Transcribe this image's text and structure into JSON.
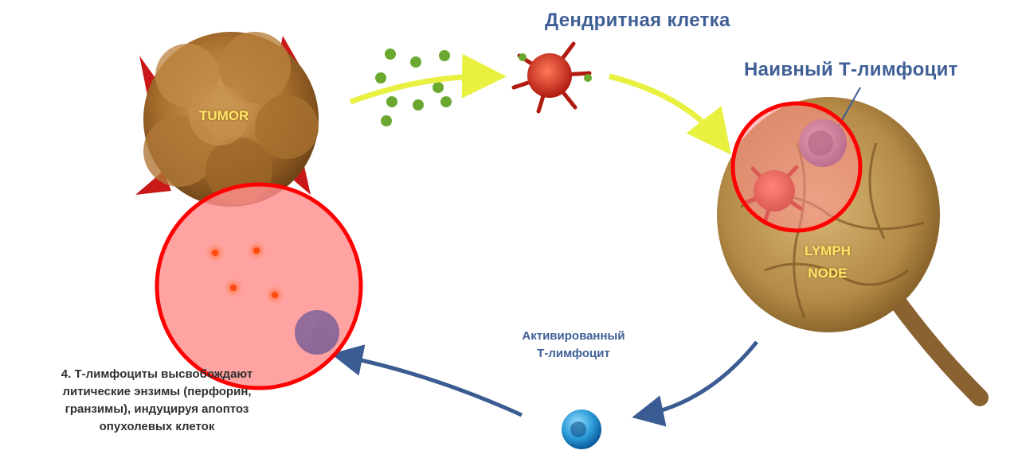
{
  "labels": {
    "dendritic_cell": "Дендритная клетка",
    "naive_t_cell": "Наивный Т-лимфоцит",
    "tumor": "TUMOR",
    "lymph_node_line1": "LYMPH",
    "lymph_node_line2": "NODE",
    "activated_t_cell_line1": "Активированный",
    "activated_t_cell_line2": "Т-лимфоцит",
    "step4_line1": "4. Т-лимфоциты высвобождают",
    "step4_line2": "литические энзимы (перфорин,",
    "step4_line3": "гранзимы), индуцируя апоптоз",
    "step4_line4": "опухолевых клеток"
  },
  "colors": {
    "label_blue": "#3f5f96",
    "label_yellow": "#ffe66a",
    "flow_arrow_yellow": "#e8f040",
    "return_arrow_blue": "#3a5c92",
    "highlight_red": "#ff0000",
    "highlight_fill": "#ff8e8e"
  }
}
